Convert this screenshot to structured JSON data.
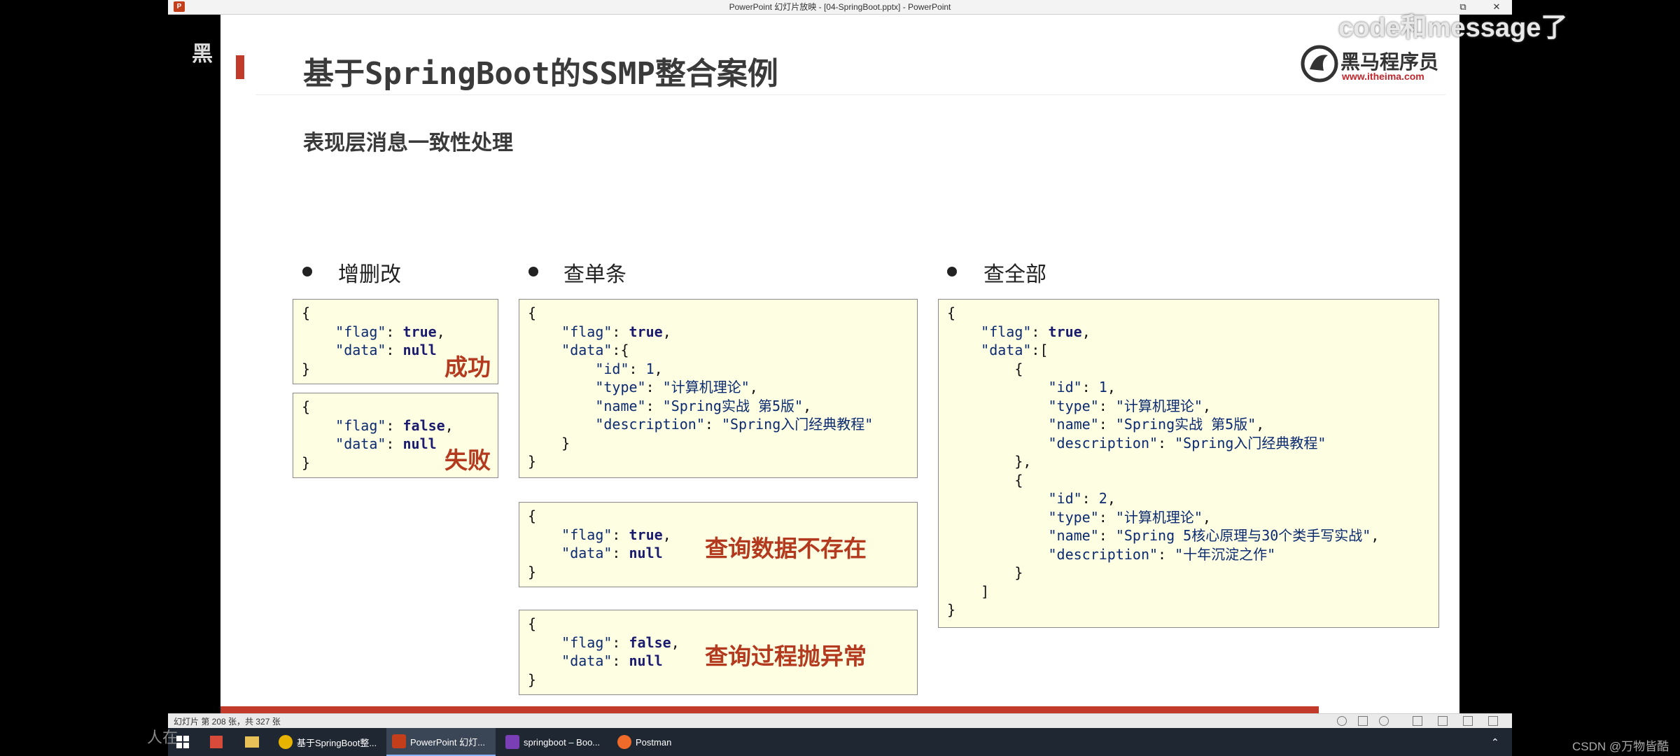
{
  "window": {
    "title": "PowerPoint 幻灯片放映 - [04-SpringBoot.pptx] - PowerPoint",
    "app_icon": "P",
    "buttons": [
      "⧉",
      "✕"
    ]
  },
  "slide": {
    "title": "基于SpringBoot的SSMP整合案例",
    "subtitle": "表现层消息一致性处理",
    "logo": {
      "name": "黑马程序员",
      "url": "www.itheima.com"
    },
    "columns": [
      {
        "label": "增删改"
      },
      {
        "label": "查单条"
      },
      {
        "label": "查全部"
      }
    ],
    "annotations": {
      "success": "成功",
      "fail": "失败",
      "not_found": "查询数据不存在",
      "exception": "查询过程抛异常"
    },
    "code": {
      "brace_open": "{",
      "brace_close": "}",
      "bracket_open": "[",
      "bracket_close": "]",
      "inner_close": "},",
      "key_flag": "\"flag\"",
      "key_data": "\"data\"",
      "key_id": "\"id\"",
      "key_type": "\"type\"",
      "key_name": "\"name\"",
      "key_description": "\"description\"",
      "val_true": "true",
      "val_false": "false",
      "val_null": "null",
      "id1": "1",
      "id2": "2",
      "type": "\"计算机理论\"",
      "name1": "\"Spring实战 第5版\"",
      "desc1": "\"Spring入门经典教程\"",
      "name2": "\"Spring 5核心原理与30个类手写实战\"",
      "desc2": "\"十年沉淀之作\""
    }
  },
  "statusbar": {
    "text": "幻灯片 第 208 张，共 327 张"
  },
  "taskbar": {
    "items": [
      {
        "label": "基于SpringBoot整...",
        "color": "#e8b400"
      },
      {
        "label": "PowerPoint 幻灯...",
        "color": "#c43e1c"
      },
      {
        "label": "springboot – Boo...",
        "color": "#7b3fb5"
      },
      {
        "label": "Postman",
        "color": "#f06a2a"
      }
    ]
  },
  "overlays": {
    "top_right": "code和message了",
    "top_left": "黑",
    "bottom_left": "人在",
    "watermark": "CSDN @万物皆酷"
  }
}
